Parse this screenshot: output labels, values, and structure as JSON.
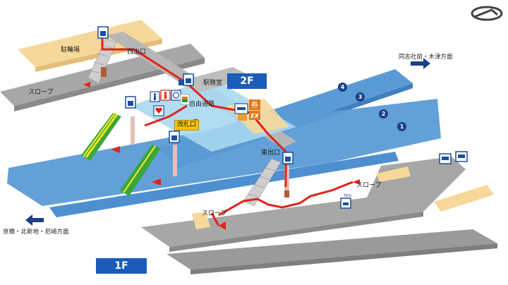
{
  "floors": {
    "upper": "2F",
    "lower": "1F"
  },
  "labels": {
    "bicycle_parking": "駐輪場",
    "west_exit": "西出口",
    "east_exit": "東出口",
    "station_office": "駅務室",
    "free_passage": "自由通路",
    "ticket_gate": "改札口",
    "slope_left": "スロープ",
    "slope_center": "スロープ",
    "slope_right": "スロープ",
    "direction_doshisha": "同志社前・木津方面",
    "direction_kyobashi": "京橋・北新地・尼崎方面"
  },
  "track_numbers": [
    "4",
    "3",
    "2",
    "1"
  ],
  "signs": {
    "ticket_machine": "券",
    "ex": "EX",
    "taxi": "TAXI"
  },
  "colors": {
    "route": "#e0231a",
    "platform": "#5b9bd5",
    "floor_gray": "#a7a7a7",
    "parking": "#f6d89a",
    "escalator": "#3aa63a",
    "badge": "#1b5cb8"
  }
}
